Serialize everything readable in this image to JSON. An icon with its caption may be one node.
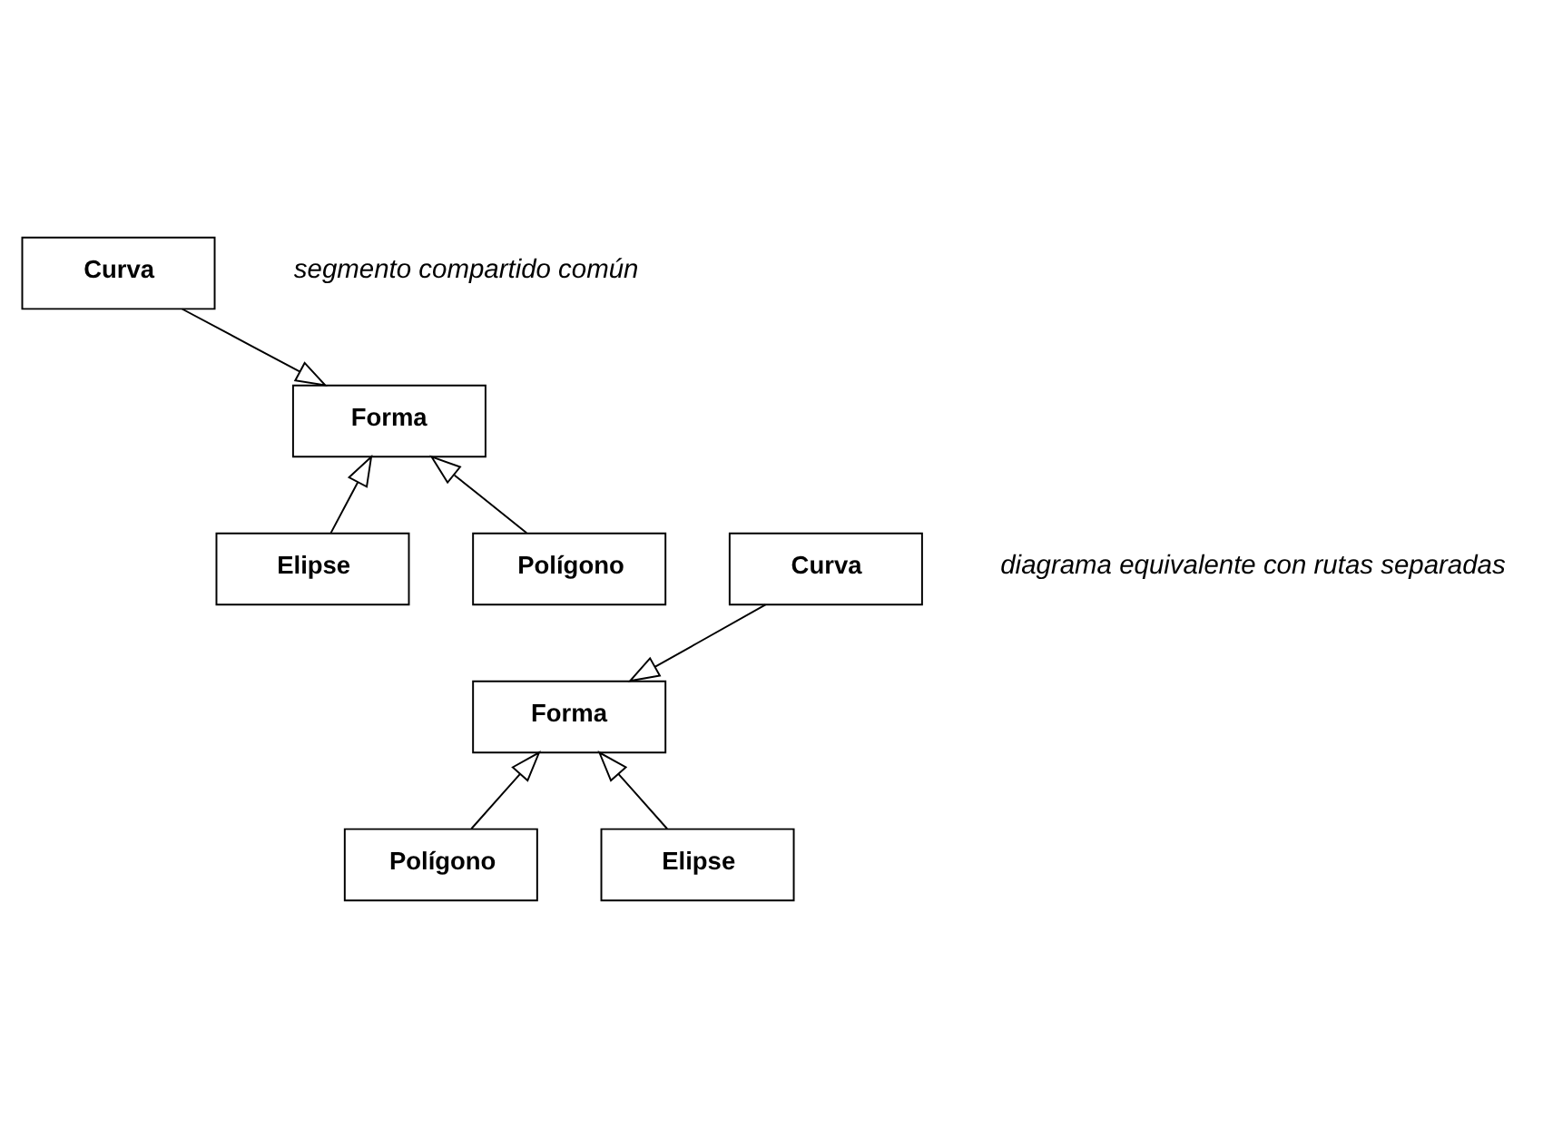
{
  "diagram": {
    "nodes": [
      {
        "text": [
          "Forma"
        ]
      },
      {
        "text": [
          "Polígono"
        ]
      },
      {
        "text": [
          "Elipse"
        ]
      },
      {
        "text": [
          "Curva"
        ]
      },
      {
        "text": [
          "Forma"
        ]
      },
      {
        "text": [
          "Polígono"
        ]
      },
      {
        "text": [
          "Elipse"
        ]
      },
      {
        "text": [
          "Curva"
        ]
      }
    ],
    "edges": [
      {
        "from": 1,
        "to": 0,
        "arrow": "to"
      },
      {
        "from": 2,
        "to": 0,
        "arrow": "to"
      },
      {
        "from": 3,
        "to": 0,
        "arrow": "to"
      },
      {
        "from": 5,
        "to": 4,
        "arrow": "to"
      },
      {
        "from": 6,
        "to": 4,
        "arrow": "to"
      },
      {
        "from": 7,
        "to": 4,
        "arrow": "to"
      }
    ],
    "labels": [
      "segmento compartido común",
      "diagrama equivalente con rutas separadas"
    ]
  }
}
